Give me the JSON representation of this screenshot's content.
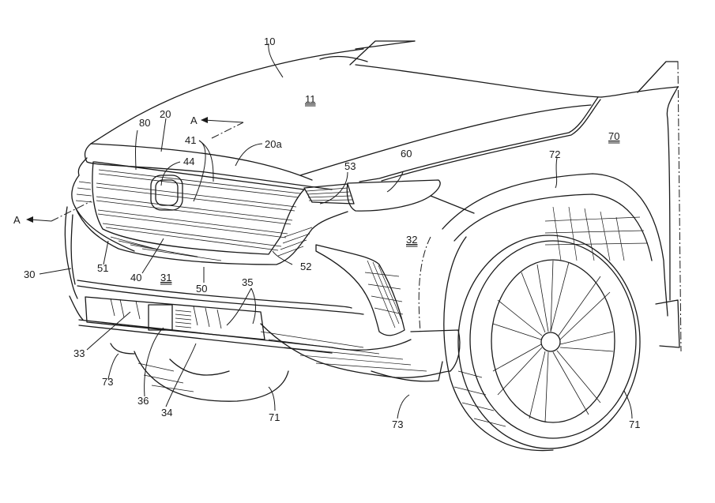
{
  "figure": {
    "description": "Patent drawing: perspective view of vehicle front end",
    "labels": [
      {
        "id": "vehicle",
        "text": "10",
        "underlined": false
      },
      {
        "id": "hood",
        "text": "11",
        "underlined": true
      },
      {
        "id": "front-panel",
        "text": "20",
        "underlined": false
      },
      {
        "id": "front-panel-upper",
        "text": "20a",
        "underlined": false
      },
      {
        "id": "bumper",
        "text": "30",
        "underlined": false
      },
      {
        "id": "bumper-upper",
        "text": "31",
        "underlined": true
      },
      {
        "id": "bumper-side",
        "text": "32",
        "underlined": true
      },
      {
        "id": "lower-opening",
        "text": "33",
        "underlined": false
      },
      {
        "id": "lower-member",
        "text": "34",
        "underlined": false
      },
      {
        "id": "fins",
        "text": "35",
        "underlined": false
      },
      {
        "id": "center-block",
        "text": "36",
        "underlined": false
      },
      {
        "id": "grille",
        "text": "40",
        "underlined": false
      },
      {
        "id": "grille-bars",
        "text": "41",
        "underlined": false
      },
      {
        "id": "emblem",
        "text": "44",
        "underlined": false
      },
      {
        "id": "grille-frame",
        "text": "50",
        "underlined": false
      },
      {
        "id": "frame-left",
        "text": "51",
        "underlined": false
      },
      {
        "id": "frame-right",
        "text": "52",
        "underlined": false
      },
      {
        "id": "frame-extension",
        "text": "53",
        "underlined": false
      },
      {
        "id": "headlamp",
        "text": "60",
        "underlined": false
      },
      {
        "id": "fender",
        "text": "70",
        "underlined": true
      },
      {
        "id": "wheel-left",
        "text": "71",
        "underlined": false
      },
      {
        "id": "wheel-right",
        "text": "71",
        "underlined": false
      },
      {
        "id": "wheel-arch",
        "text": "72",
        "underlined": false
      },
      {
        "id": "air-guide-left",
        "text": "73",
        "underlined": false
      },
      {
        "id": "air-guide-right",
        "text": "73",
        "underlined": false
      },
      {
        "id": "fin-member",
        "text": "80",
        "underlined": false
      },
      {
        "id": "section-a-top",
        "text": "A",
        "underlined": false
      },
      {
        "id": "section-a-left",
        "text": "A",
        "underlined": false
      }
    ]
  }
}
